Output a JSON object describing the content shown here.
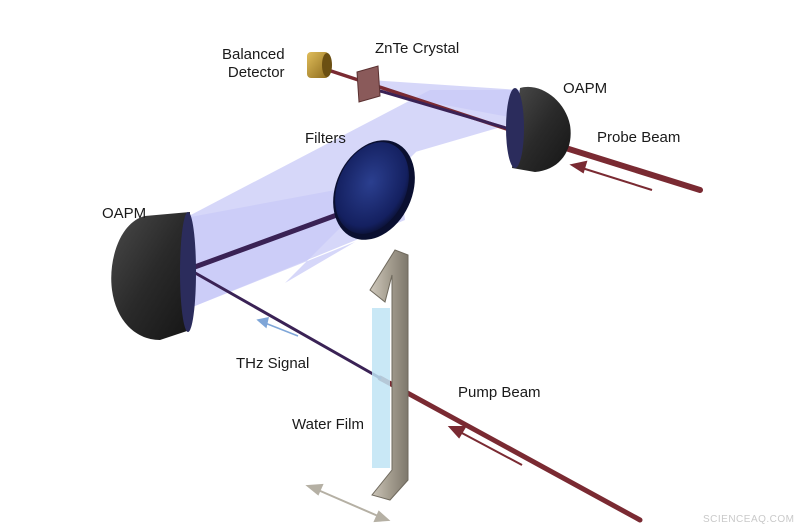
{
  "labels": {
    "balanced_detector": [
      "Balanced",
      "Detector"
    ],
    "znte_crystal": "ZnTe Crystal",
    "oapm_top": "OAPM",
    "filters": "Filters",
    "probe_beam": "Probe Beam",
    "oapm_left": "OAPM",
    "thz_signal": "THz Signal",
    "pump_beam": "Pump Beam",
    "water_film": "Water Film"
  },
  "watermark": "SCIENCEAQ.COM",
  "colors": {
    "beam_red": "#7a2a32",
    "thz_blue": "#c8caf7",
    "mirror_dark": "#2b2b2b",
    "filter_blue": "#1a2a6a",
    "detector_gold": "#b8902e",
    "film_frame": "#9d9688",
    "water": "#bfe4f5",
    "arrow_blue": "#7fa6d8",
    "arrow_grey": "#b5b0a4"
  }
}
